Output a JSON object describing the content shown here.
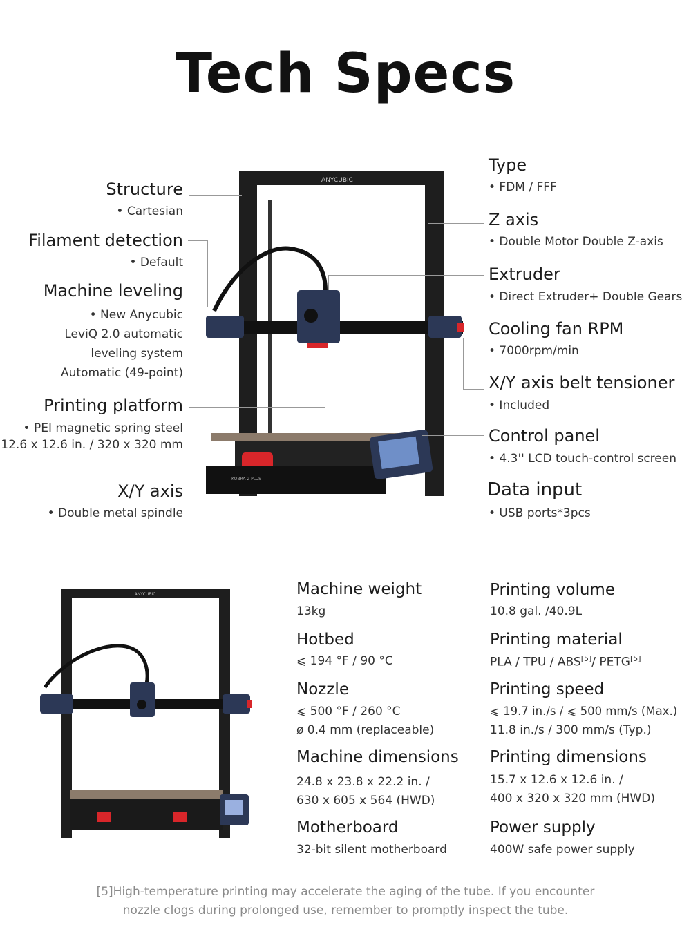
{
  "title": "Tech Specs",
  "brand_logo": "ANYCUBIC",
  "model_logo": "KOBRA 2 PLUS",
  "left_specs": [
    {
      "label": "Structure",
      "values": [
        "• Cartesian"
      ]
    },
    {
      "label": "Filament detection",
      "values": [
        "• Default"
      ]
    },
    {
      "label": "Machine leveling",
      "values": [
        "• New Anycubic",
        "LeviQ 2.0 automatic",
        "leveling system",
        "Automatic (49-point)"
      ]
    },
    {
      "label": "Printing platform",
      "values": [
        "• PEI magnetic spring steel",
        "12.6 x 12.6 in. / 320 x 320 mm"
      ]
    },
    {
      "label": "X/Y axis",
      "values": [
        "• Double metal spindle"
      ]
    }
  ],
  "right_specs": [
    {
      "label": "Type",
      "values": [
        "• FDM / FFF"
      ]
    },
    {
      "label": "Z axis",
      "values": [
        "• Double Motor Double Z-axis"
      ]
    },
    {
      "label": "Extruder",
      "values": [
        "• Direct Extruder+ Double Gears"
      ]
    },
    {
      "label": "Cooling fan RPM",
      "values": [
        "• 7000rpm/min"
      ]
    },
    {
      "label": "X/Y axis belt tensioner",
      "values": [
        "• Included"
      ]
    },
    {
      "label": "Control panel",
      "values": [
        "• 4.3'' LCD touch-control screen"
      ]
    },
    {
      "label": "Data input",
      "values": [
        "• USB ports*3pcs"
      ]
    }
  ],
  "bottom_specs_col1": [
    {
      "label": "Machine weight",
      "values": [
        "13kg"
      ]
    },
    {
      "label": "Hotbed",
      "values": [
        "⩽ 194 °F / 90 °C"
      ]
    },
    {
      "label": "Nozzle",
      "values": [
        "⩽ 500 °F / 260 °C",
        "ø 0.4 mm (replaceable)"
      ]
    },
    {
      "label": "Machine dimensions",
      "values": [
        "24.8 x 23.8 x 22.2 in. /",
        "630 x 605 x 564 (HWD)"
      ]
    },
    {
      "label": "Motherboard",
      "values": [
        "32-bit silent motherboard"
      ]
    }
  ],
  "bottom_specs_col2": [
    {
      "label": "Printing volume",
      "values": [
        "10.8 gal. /40.9L"
      ]
    },
    {
      "label": "Printing material",
      "values": [
        "PLA / TPU / ABS",
        "[5]",
        "/ PETG",
        "[5]"
      ]
    },
    {
      "label": "Printing speed",
      "values": [
        "⩽ 19.7 in./s / ⩽ 500 mm/s (Max.)",
        "11.8 in./s / 300 mm/s (Typ.)"
      ]
    },
    {
      "label": "Printing dimensions",
      "values": [
        "15.7 x 12.6 x 12.6 in. /",
        "400 x 320 x 320 mm (HWD)"
      ]
    },
    {
      "label": "Power supply",
      "values": [
        "400W safe power supply"
      ]
    }
  ],
  "footnote": [
    "[5]High-temperature printing may accelerate the aging of the tube. If you encounter",
    "nozzle clogs during prolonged use, remember to promptly inspect the tube."
  ],
  "colors": {
    "frame": "#1e1e1e",
    "accent_blue": "#2c3856",
    "accent_red": "#d8262a",
    "bed": "#8c7b6b"
  }
}
